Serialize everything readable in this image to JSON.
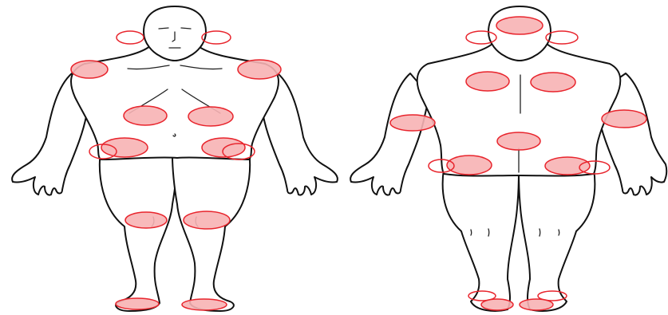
{
  "style": {
    "filled_point_fill": "#f7b2b4",
    "point_stroke": "#e8242c",
    "background": "#ffffff",
    "figure_outline": "#111111"
  },
  "views": [
    {
      "name": "front",
      "points": [
        {
          "id": "left-ear",
          "filled": false
        },
        {
          "id": "right-ear",
          "filled": false
        },
        {
          "id": "left-shoulder",
          "filled": true
        },
        {
          "id": "right-shoulder",
          "filled": true
        },
        {
          "id": "left-chest",
          "filled": true
        },
        {
          "id": "right-chest",
          "filled": true
        },
        {
          "id": "left-hip",
          "filled": true
        },
        {
          "id": "left-hip-outer",
          "filled": false
        },
        {
          "id": "right-hip",
          "filled": true
        },
        {
          "id": "right-hip-outer",
          "filled": false
        },
        {
          "id": "left-knee",
          "filled": true
        },
        {
          "id": "right-knee",
          "filled": true
        },
        {
          "id": "left-foot",
          "filled": true
        },
        {
          "id": "right-foot",
          "filled": true
        }
      ]
    },
    {
      "name": "back",
      "points": [
        {
          "id": "occiput",
          "filled": true
        },
        {
          "id": "left-neck",
          "filled": false
        },
        {
          "id": "right-neck",
          "filled": false
        },
        {
          "id": "left-upper-back",
          "filled": true
        },
        {
          "id": "right-upper-back",
          "filled": true
        },
        {
          "id": "left-elbow",
          "filled": true
        },
        {
          "id": "right-elbow",
          "filled": true
        },
        {
          "id": "lower-back",
          "filled": true
        },
        {
          "id": "left-buttock",
          "filled": true
        },
        {
          "id": "left-buttock-outer",
          "filled": false
        },
        {
          "id": "right-buttock",
          "filled": true
        },
        {
          "id": "right-buttock-outer",
          "filled": false
        },
        {
          "id": "left-heel",
          "filled": false
        },
        {
          "id": "left-heel-inner",
          "filled": true
        },
        {
          "id": "right-heel",
          "filled": false
        },
        {
          "id": "right-heel-inner",
          "filled": true
        }
      ]
    }
  ]
}
